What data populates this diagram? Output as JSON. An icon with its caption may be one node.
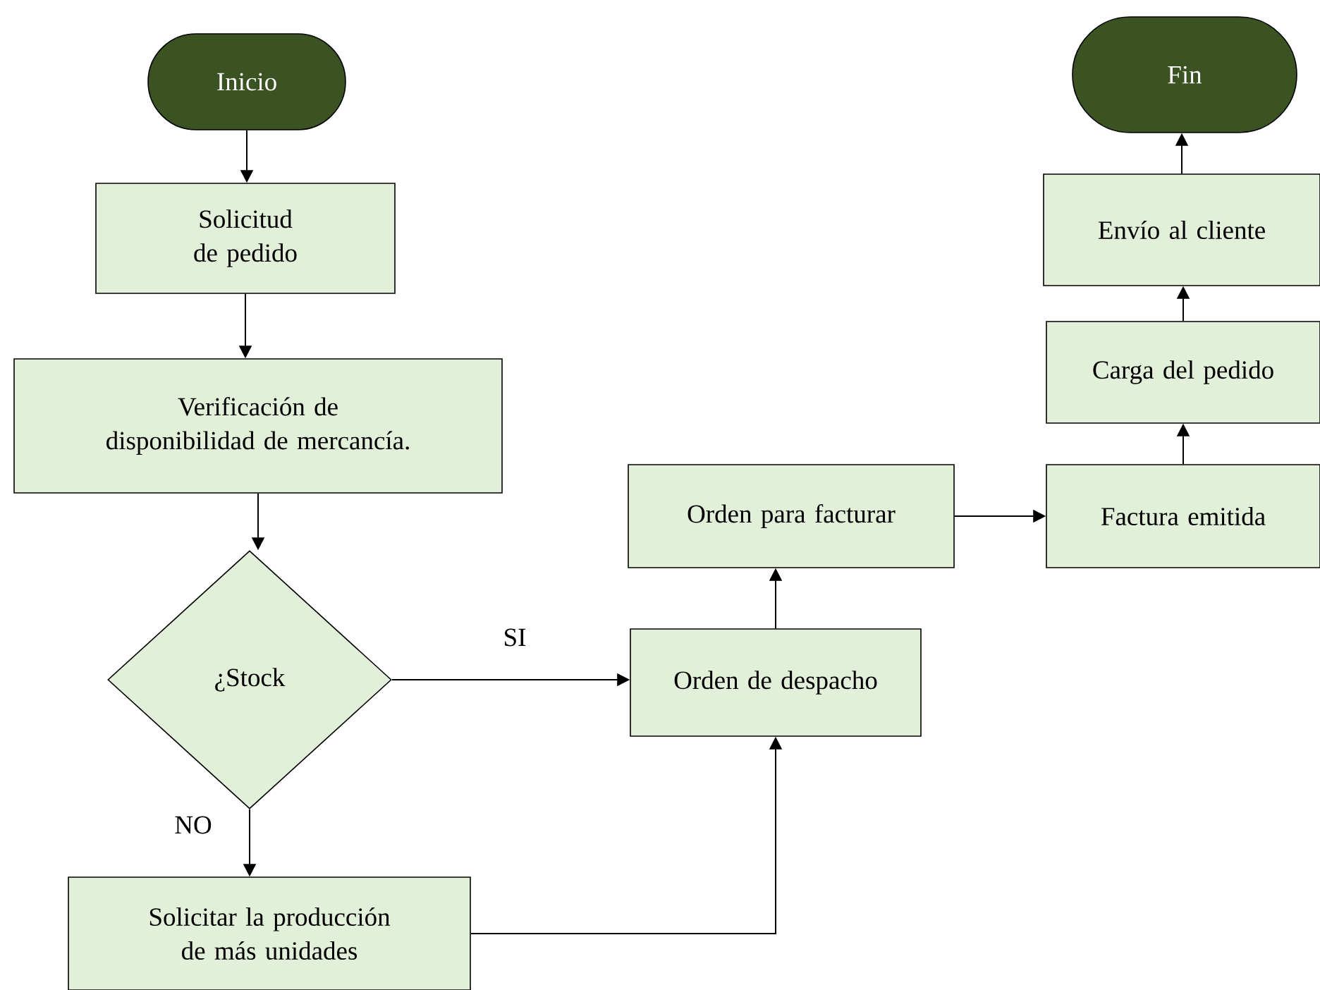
{
  "diagram": {
    "nodes": [
      {
        "text": [
          "Inicio"
        ]
      },
      {
        "text": [
          "Solicitud de pedido"
        ]
      },
      {
        "text": [
          "Verificación de disponibilidad de mercancía."
        ]
      },
      {
        "text": [
          "¿Stock"
        ]
      },
      {
        "text": [
          "Solicitar la producción de más unidades"
        ]
      },
      {
        "text": [
          "Orden de despacho"
        ]
      },
      {
        "text": [
          "Orden para facturar"
        ]
      },
      {
        "text": [
          "Factura emitida"
        ]
      },
      {
        "text": [
          "Carga del pedido"
        ]
      },
      {
        "text": [
          "Envío al cliente"
        ]
      },
      {
        "text": [
          "Fin"
        ]
      }
    ],
    "edges": [
      {
        "from": 0,
        "to": 1,
        "arrow": "to"
      },
      {
        "from": 1,
        "to": 2,
        "arrow": "to"
      },
      {
        "from": 2,
        "to": 3,
        "arrow": "to"
      },
      {
        "from": 3,
        "to": 5,
        "arrow": "to",
        "label": "SI"
      },
      {
        "from": 3,
        "to": 4,
        "arrow": "to",
        "label": "NO"
      },
      {
        "from": 4,
        "to": 5,
        "arrow": "to"
      },
      {
        "from": 5,
        "to": 6,
        "arrow": "to"
      },
      {
        "from": 6,
        "to": 7,
        "arrow": "to"
      },
      {
        "from": 7,
        "to": 8,
        "arrow": "to"
      },
      {
        "from": 8,
        "to": 9,
        "arrow": "to"
      },
      {
        "from": 9,
        "to": 10,
        "arrow": "to"
      }
    ]
  }
}
